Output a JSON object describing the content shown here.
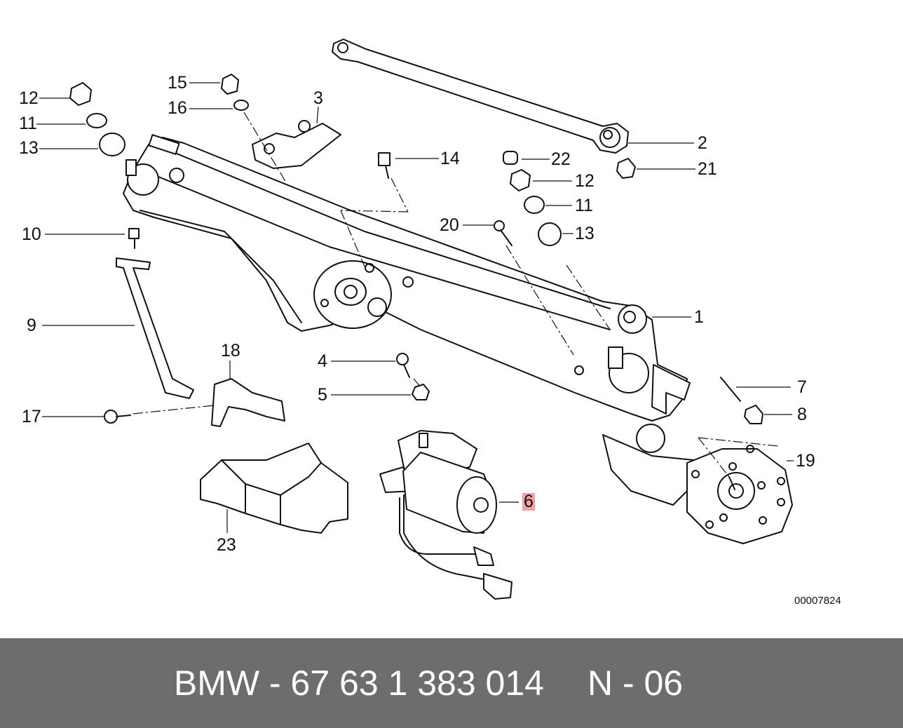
{
  "callouts": [
    {
      "id": "c1",
      "text": "1"
    },
    {
      "id": "c2",
      "text": "2"
    },
    {
      "id": "c3",
      "text": "3"
    },
    {
      "id": "c4",
      "text": "4"
    },
    {
      "id": "c5",
      "text": "5"
    },
    {
      "id": "c6",
      "text": "6",
      "highlight": true
    },
    {
      "id": "c7",
      "text": "7"
    },
    {
      "id": "c8",
      "text": "8"
    },
    {
      "id": "c9",
      "text": "9"
    },
    {
      "id": "c10",
      "text": "10"
    },
    {
      "id": "c11a",
      "text": "11"
    },
    {
      "id": "c11b",
      "text": "11"
    },
    {
      "id": "c12a",
      "text": "12"
    },
    {
      "id": "c12b",
      "text": "12"
    },
    {
      "id": "c13a",
      "text": "13"
    },
    {
      "id": "c13b",
      "text": "13"
    },
    {
      "id": "c14",
      "text": "14"
    },
    {
      "id": "c15",
      "text": "15"
    },
    {
      "id": "c16",
      "text": "16"
    },
    {
      "id": "c17",
      "text": "17"
    },
    {
      "id": "c18",
      "text": "18"
    },
    {
      "id": "c19",
      "text": "19"
    },
    {
      "id": "c20",
      "text": "20"
    },
    {
      "id": "c21",
      "text": "21"
    },
    {
      "id": "c22",
      "text": "22"
    },
    {
      "id": "c23",
      "text": "23"
    }
  ],
  "diagram_id": "00007824",
  "footer": {
    "part_text": "BMW - 67 63 1 383 014",
    "page_text": "N - 06"
  },
  "colors": {
    "footer_bg": "#6d6d6d",
    "highlight": "#f2a0a0"
  }
}
